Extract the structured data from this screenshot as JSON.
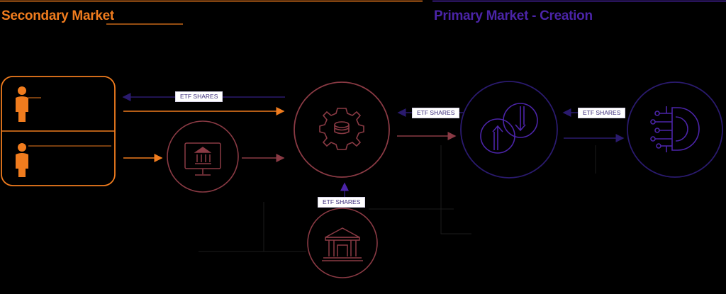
{
  "header": {
    "secondary_title": "Secondary Market",
    "primary_title": "Primary Market - Creation"
  },
  "labels": {
    "etf_shares_1": "ETF SHARES",
    "etf_shares_2": "ETF SHARES",
    "etf_shares_3": "ETF SHARES",
    "etf_shares_4": "ETF SHARES"
  },
  "colors": {
    "secondary": "#f07c1e",
    "maroon": "#8a3a44",
    "primary": "#4b24a8",
    "navy": "#2a1a6e",
    "background": "#000000"
  },
  "icons": {
    "investor_top": "person-icon",
    "investor_bottom": "person-icon",
    "exchange_terminal": "computer-bank-icon",
    "market_maker": "gear-coins-icon",
    "authorized_participant": "exchange-arrows-icon",
    "etf_issuer": "tech-gear-icon",
    "custodian": "bank-building-icon"
  }
}
